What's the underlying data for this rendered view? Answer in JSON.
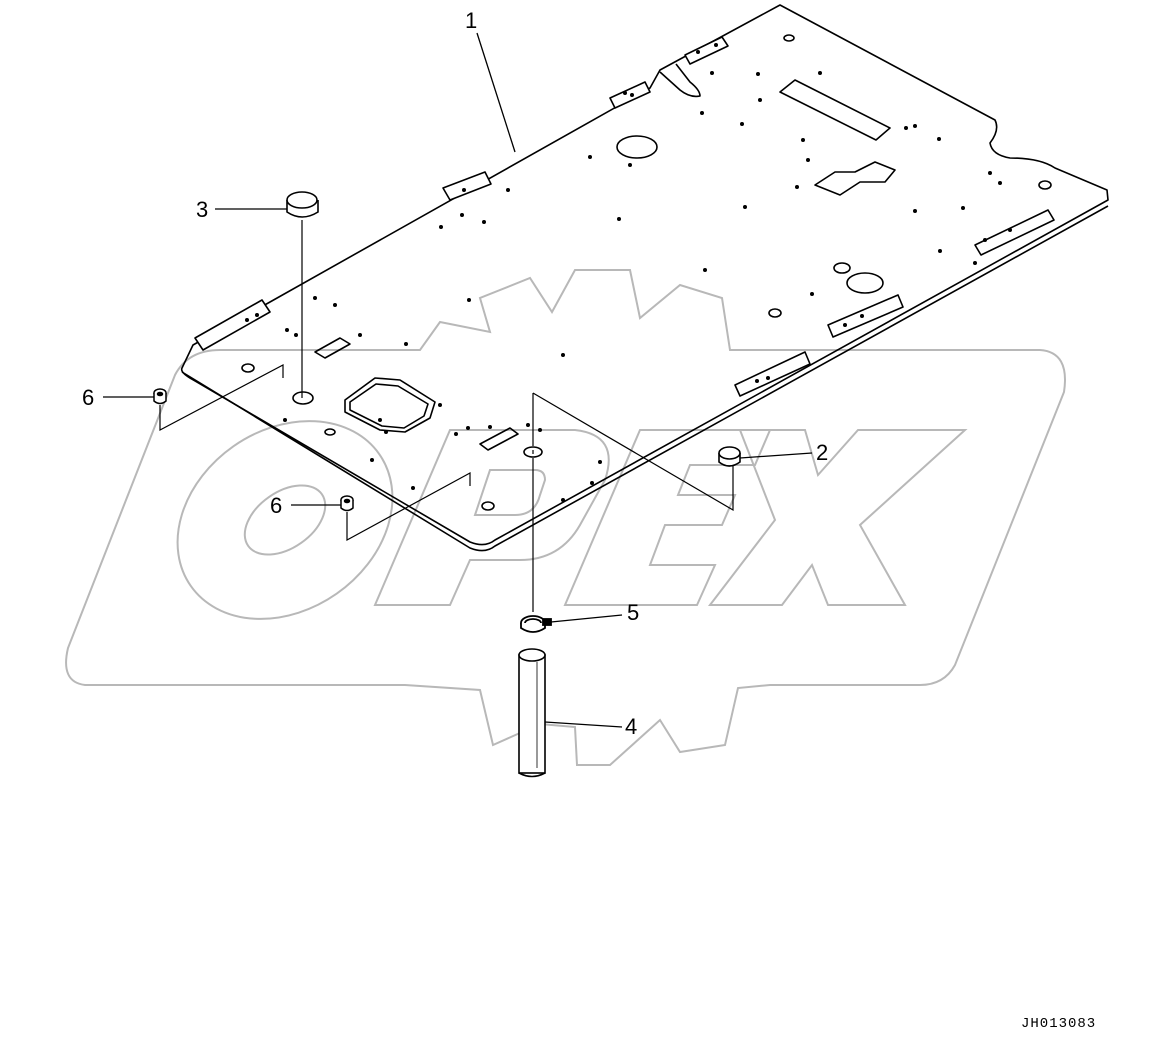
{
  "watermark": {
    "text": "OPEX",
    "color": "#b8b8b8"
  },
  "callouts": {
    "c1": "1",
    "c2": "2",
    "c3": "3",
    "c4": "4",
    "c5": "5",
    "c6a": "6",
    "c6b": "6"
  },
  "drawing_code": "JH013083",
  "colors": {
    "line": "#000000",
    "watermark": "#b8b8b8",
    "background": "#ffffff"
  }
}
